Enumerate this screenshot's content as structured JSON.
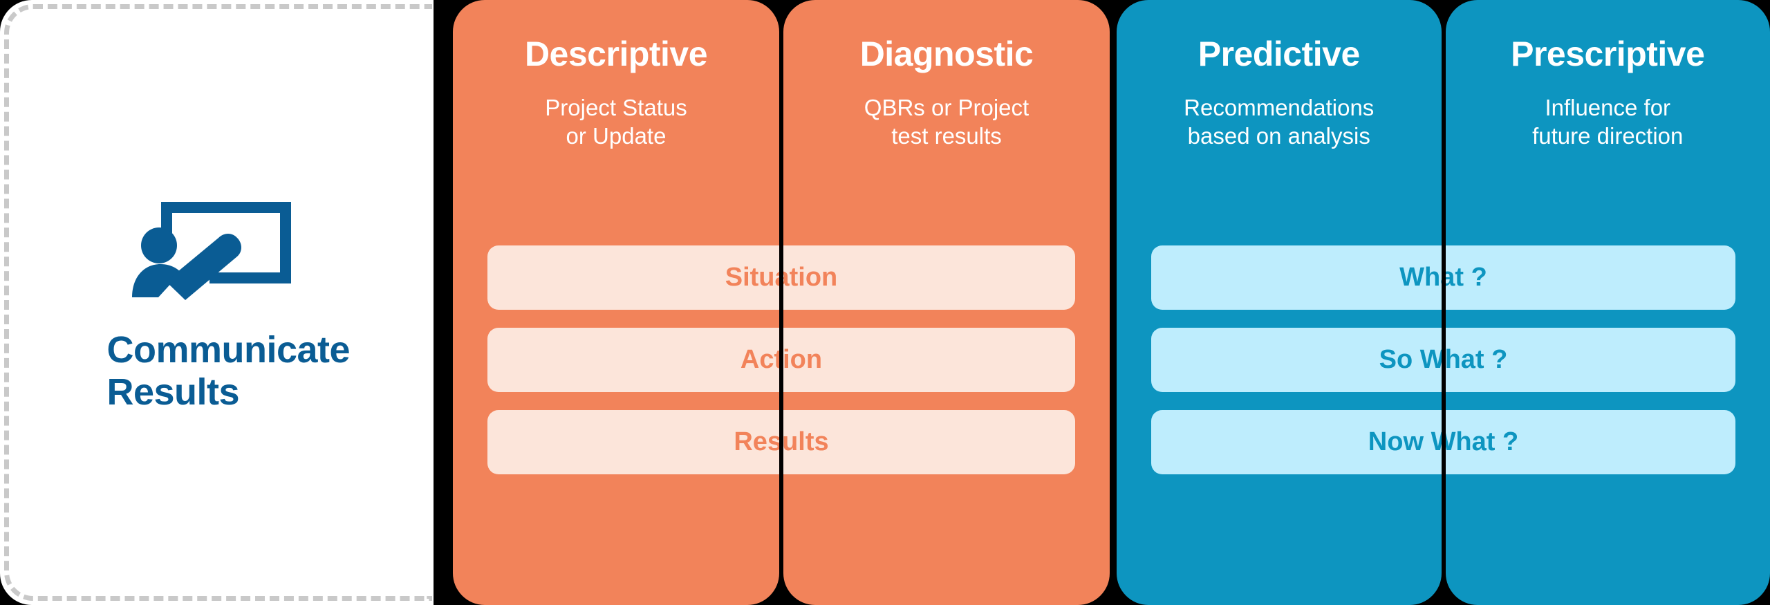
{
  "background_color": "#000000",
  "left_panel": {
    "icon_name": "presenter-whiteboard-icon",
    "title_line1": "Communicate",
    "title_line2": "Results",
    "card_background": "#ffffff",
    "title_color": "#0a5c94",
    "border_color": "#c9c9c9"
  },
  "groups": [
    {
      "key": "descriptive-diagnostic",
      "accent_color": "#f2835a",
      "pill_background": "#fce5da",
      "columns": [
        {
          "title": "Descriptive",
          "subtitle_line1": "Project Status",
          "subtitle_line2": "or Update"
        },
        {
          "title": "Diagnostic",
          "subtitle_line1": "QBRs or Project",
          "subtitle_line2": "test results"
        }
      ],
      "pills": [
        "Situation",
        "Action",
        "Results"
      ]
    },
    {
      "key": "predictive-prescriptive",
      "accent_color": "#0d95c0",
      "pill_background": "#beedfd",
      "columns": [
        {
          "title": "Predictive",
          "subtitle_line1": "Recommendations",
          "subtitle_line2": "based on analysis"
        },
        {
          "title": "Prescriptive",
          "subtitle_line1": "Influence for",
          "subtitle_line2": "future direction"
        }
      ],
      "pills": [
        "What ?",
        "So What ?",
        "Now What ?"
      ]
    }
  ]
}
